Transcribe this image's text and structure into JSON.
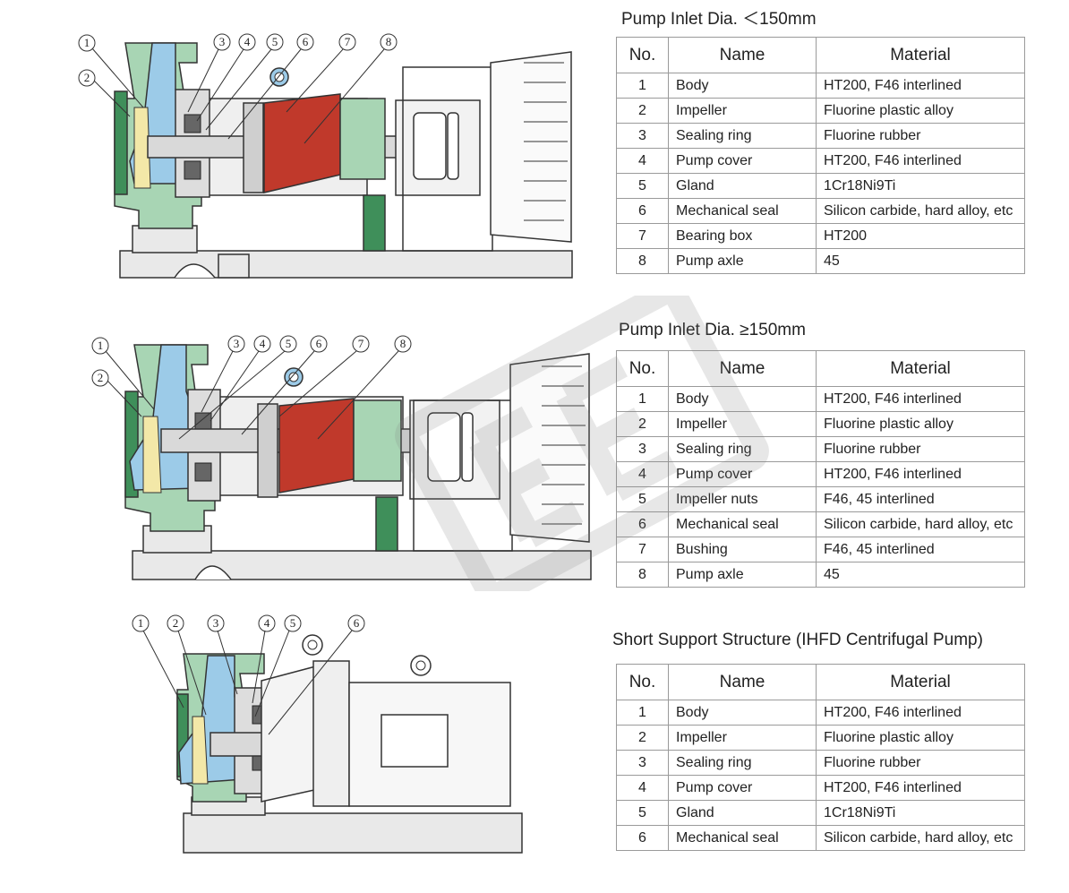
{
  "sections": [
    {
      "title": "Pump Inlet Dia. ＜150mm",
      "headers": {
        "no": "No.",
        "name": "Name",
        "material": "Material"
      },
      "callouts": [
        "1",
        "2",
        "3",
        "4",
        "5",
        "6",
        "7",
        "8"
      ],
      "rows": [
        {
          "no": "1",
          "name": "Body",
          "material": "HT200, F46 interlined"
        },
        {
          "no": "2",
          "name": "Impeller",
          "material": "Fluorine plastic alloy"
        },
        {
          "no": "3",
          "name": "Sealing ring",
          "material": "Fluorine rubber"
        },
        {
          "no": "4",
          "name": "Pump cover",
          "material": "HT200, F46 interlined"
        },
        {
          "no": "5",
          "name": "Gland",
          "material": "1Cr18Ni9Ti"
        },
        {
          "no": "6",
          "name": "Mechanical seal",
          "material": "Silicon carbide, hard alloy, etc"
        },
        {
          "no": "7",
          "name": "Bearing box",
          "material": "HT200"
        },
        {
          "no": "8",
          "name": "Pump axle",
          "material": "45"
        }
      ]
    },
    {
      "title": "Pump Inlet Dia. ≥150mm",
      "headers": {
        "no": "No.",
        "name": "Name",
        "material": "Material"
      },
      "callouts": [
        "1",
        "2",
        "3",
        "4",
        "5",
        "6",
        "7",
        "8"
      ],
      "rows": [
        {
          "no": "1",
          "name": "Body",
          "material": "HT200, F46 interlined"
        },
        {
          "no": "2",
          "name": "Impeller",
          "material": "Fluorine plastic alloy"
        },
        {
          "no": "3",
          "name": "Sealing ring",
          "material": "Fluorine rubber"
        },
        {
          "no": "4",
          "name": "Pump cover",
          "material": "HT200, F46 interlined"
        },
        {
          "no": "5",
          "name": "Impeller nuts",
          "material": "F46, 45 interlined"
        },
        {
          "no": "6",
          "name": "Mechanical seal",
          "material": "Silicon carbide, hard alloy, etc"
        },
        {
          "no": "7",
          "name": "Bushing",
          "material": "F46, 45 interlined"
        },
        {
          "no": "8",
          "name": "Pump axle",
          "material": "45"
        }
      ]
    },
    {
      "title": "Short Support Structure (IHFD Centrifugal Pump)",
      "headers": {
        "no": "No.",
        "name": "Name",
        "material": "Material"
      },
      "callouts": [
        "1",
        "2",
        "3",
        "4",
        "5",
        "6"
      ],
      "rows": [
        {
          "no": "1",
          "name": "Body",
          "material": "HT200, F46 interlined"
        },
        {
          "no": "2",
          "name": "Impeller",
          "material": "Fluorine plastic alloy"
        },
        {
          "no": "3",
          "name": "Sealing ring",
          "material": "Fluorine rubber"
        },
        {
          "no": "4",
          "name": "Pump cover",
          "material": "HT200, F46 interlined"
        },
        {
          "no": "5",
          "name": "Gland",
          "material": "1Cr18Ni9Ti"
        },
        {
          "no": "6",
          "name": "Mechanical seal",
          "material": "Silicon carbide, hard alloy, etc"
        }
      ]
    }
  ],
  "colors": {
    "body_green": "#a8d5b4",
    "body_green_dark": "#3f8f5a",
    "impeller_blue": "#9ccbe8",
    "liner_yellow": "#f3e8a8",
    "bearing_red": "#c0392b",
    "frame_gray": "#e6e6e6",
    "line": "#333333",
    "watermark": "#808080"
  }
}
